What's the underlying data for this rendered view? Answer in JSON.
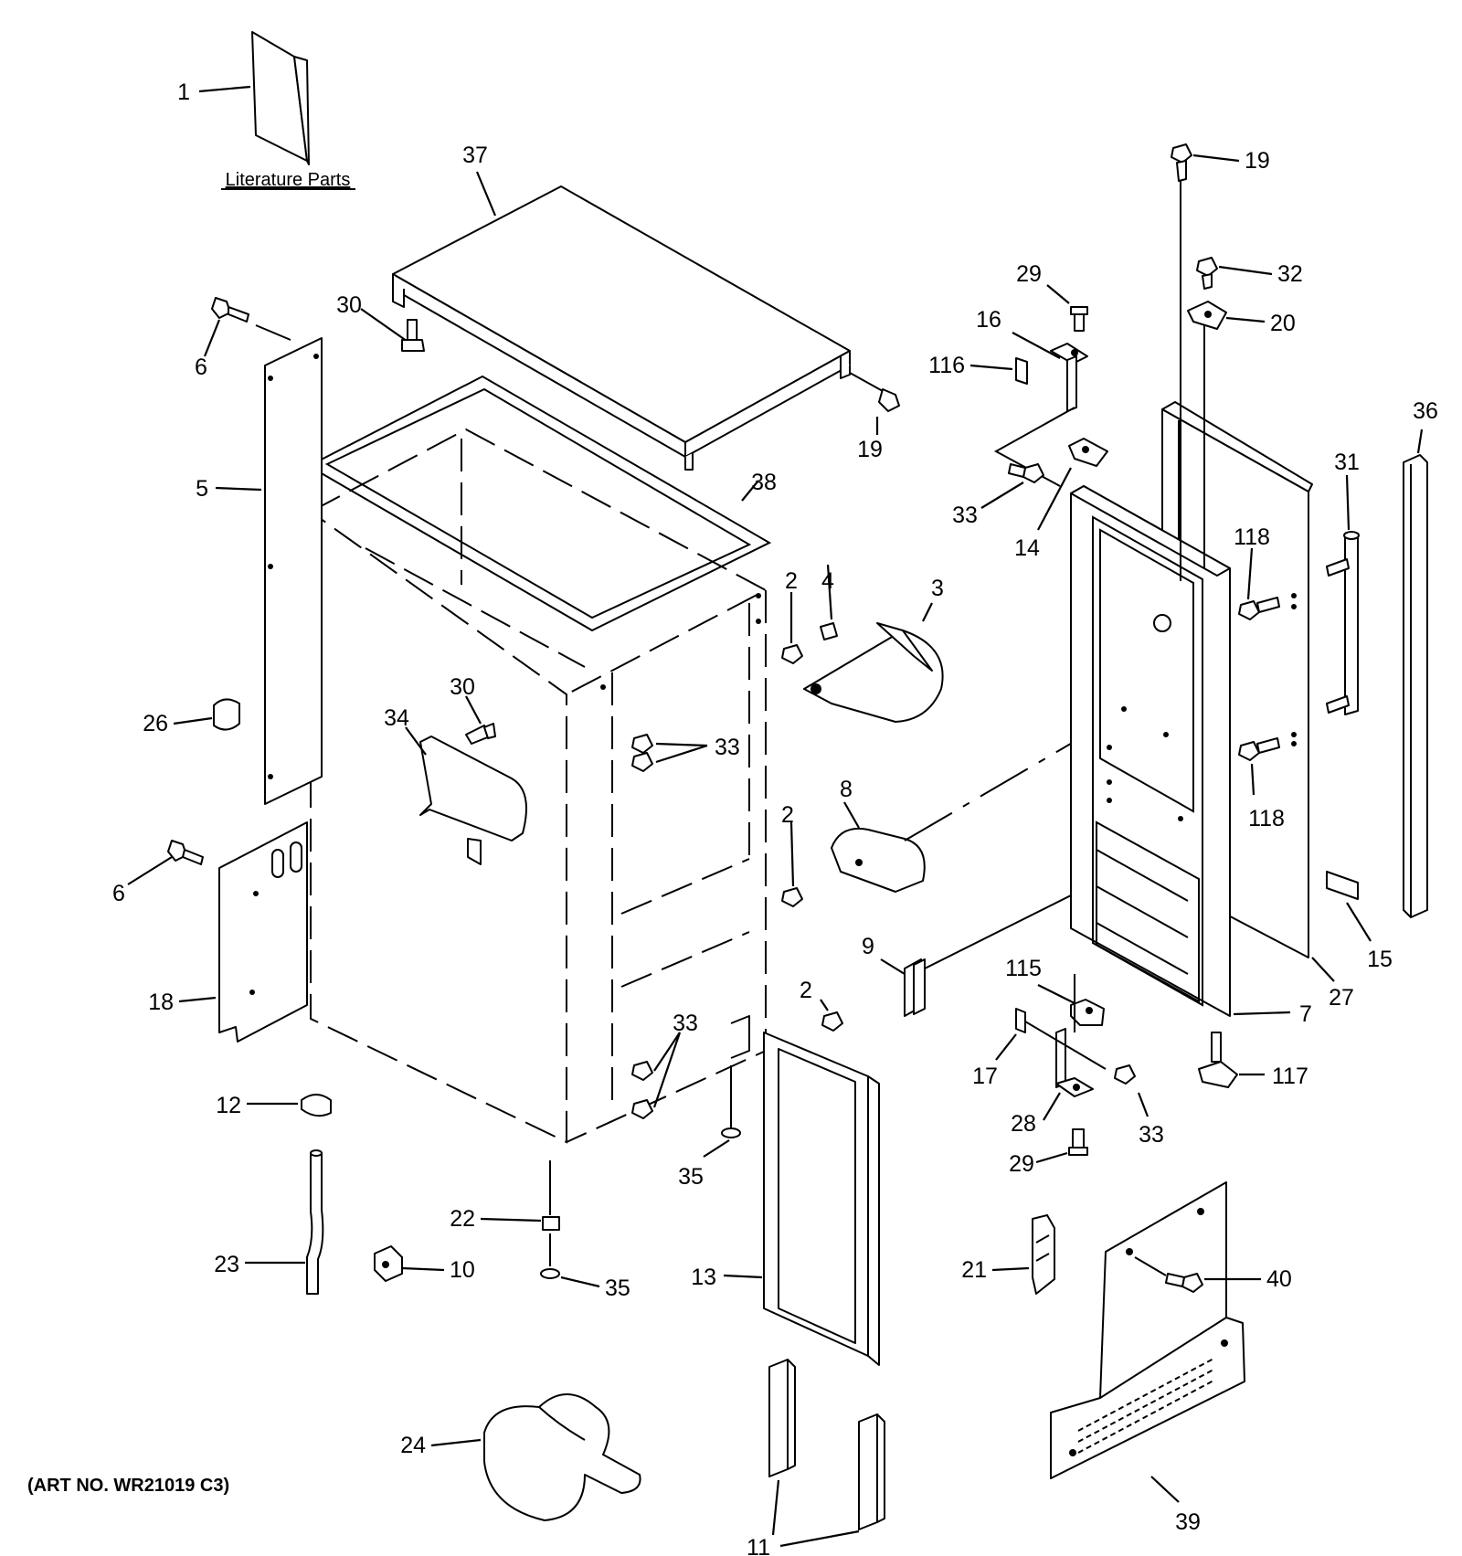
{
  "diagram": {
    "literature_label": "Literature Parts",
    "art_number": "(ART NO. WR21019 C3)",
    "callouts": {
      "c1": "1",
      "c37": "37",
      "c19a": "19",
      "c32": "32",
      "c20": "20",
      "c29a": "29",
      "c16": "16",
      "c116": "116",
      "c30a": "30",
      "c6a": "6",
      "c5": "5",
      "c19b": "19",
      "c36": "36",
      "c38": "38",
      "c31": "31",
      "c33a": "33",
      "c14": "14",
      "c118a": "118",
      "c2a": "2",
      "c4": "4",
      "c3": "3",
      "c26": "26",
      "c30b": "30",
      "c34": "34",
      "c33b": "33",
      "c118b": "118",
      "c8": "8",
      "c2b": "2",
      "c6b": "6",
      "c15": "15",
      "c9": "9",
      "c115": "115",
      "c18": "18",
      "c2c": "2",
      "c27": "27",
      "c7": "7",
      "c33c": "33",
      "c17": "17",
      "c117": "117",
      "c12": "12",
      "c28": "28",
      "c33d": "33",
      "c35a": "35",
      "c29b": "29",
      "c22": "22",
      "c23": "23",
      "c10": "10",
      "c35b": "35",
      "c13": "13",
      "c21": "21",
      "c40": "40",
      "c24": "24",
      "c11": "11",
      "c39": "39"
    }
  }
}
